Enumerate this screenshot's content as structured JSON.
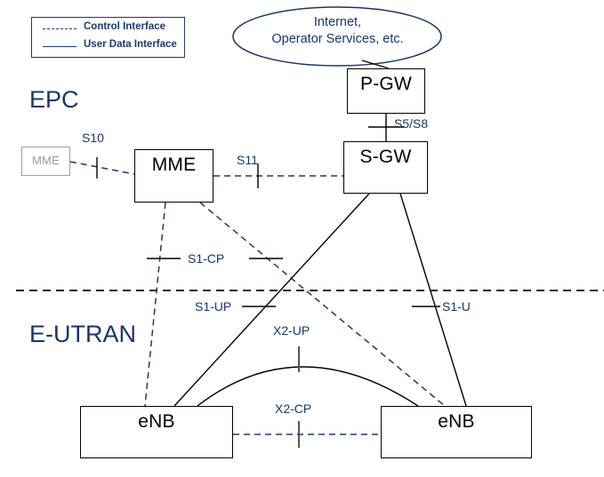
{
  "legend": {
    "items": [
      {
        "style": "dashed",
        "label": "Control Interface"
      },
      {
        "style": "solid",
        "label": "User Data Interface"
      }
    ]
  },
  "zones": {
    "epc": "EPC",
    "eutran": "E-UTRAN"
  },
  "cloud": {
    "line1": "Internet,",
    "line2": "Operator Services, etc."
  },
  "nodes": {
    "pgw": "P-GW",
    "sgw": "S-GW",
    "mme": "MME",
    "mme_peer": "MME",
    "enb_left": "eNB",
    "enb_right": "eNB"
  },
  "interfaces": {
    "s5s8": "S5/S8",
    "s10": "S10",
    "s11": "S11",
    "s1cp": "S1-CP",
    "s1up": "S1-UP",
    "s1u": "S1-U",
    "x2up": "X2-UP",
    "x2cp": "X2-CP"
  },
  "colors": {
    "navy": "#17366b",
    "legend_border": "#1b3a6b",
    "control_line": "#1b3a6b",
    "user_line": "#000000",
    "dim_node": "#9a9a9a"
  }
}
